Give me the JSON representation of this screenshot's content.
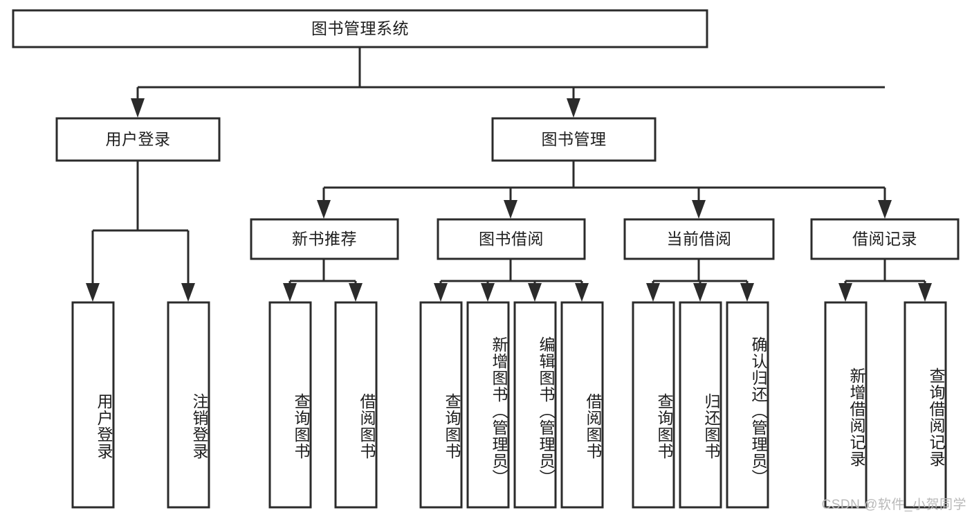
{
  "diagram": {
    "title": "图书管理系统",
    "type": "tree",
    "watermark": "CSDN @软件_小贺同学",
    "colors": {
      "stroke": "#2b2b2b",
      "fill": "#ffffff",
      "text": "#1d1d1d",
      "watermark": "#b9b9b9"
    },
    "root": {
      "id": "root",
      "label": "图书管理系统",
      "orientation": "horizontal"
    },
    "level2": [
      {
        "id": "user-login",
        "label": "用户登录",
        "orientation": "horizontal"
      },
      {
        "id": "book-manage",
        "label": "图书管理",
        "orientation": "horizontal"
      }
    ],
    "level3": [
      {
        "id": "new-book-recommend",
        "label": "新书推荐",
        "orientation": "horizontal",
        "parent": "book-manage"
      },
      {
        "id": "book-borrow",
        "label": "图书借阅",
        "orientation": "horizontal",
        "parent": "book-manage"
      },
      {
        "id": "current-borrow",
        "label": "当前借阅",
        "orientation": "horizontal",
        "parent": "book-manage"
      },
      {
        "id": "borrow-record",
        "label": "借阅记录",
        "orientation": "horizontal",
        "parent": "book-manage"
      }
    ],
    "leaves": [
      {
        "id": "leaf-user-login",
        "label": "用户登录",
        "orientation": "vertical",
        "parent": "user-login"
      },
      {
        "id": "leaf-user-logout",
        "label": "注销登录",
        "orientation": "vertical",
        "parent": "user-login"
      },
      {
        "id": "leaf-query-book-1",
        "label": "查询图书",
        "orientation": "vertical",
        "parent": "new-book-recommend"
      },
      {
        "id": "leaf-borrow-book-1",
        "label": "借阅图书",
        "orientation": "vertical",
        "parent": "new-book-recommend"
      },
      {
        "id": "leaf-query-book-2",
        "label": "查询图书",
        "orientation": "vertical",
        "parent": "book-borrow"
      },
      {
        "id": "leaf-add-book",
        "label": "新增图书（管理员）",
        "orientation": "vertical",
        "parent": "book-borrow"
      },
      {
        "id": "leaf-edit-book",
        "label": "编辑图书（管理员）",
        "orientation": "vertical",
        "parent": "book-borrow"
      },
      {
        "id": "leaf-borrow-book-2",
        "label": "借阅图书",
        "orientation": "vertical",
        "parent": "book-borrow"
      },
      {
        "id": "leaf-query-book-3",
        "label": "查询图书",
        "orientation": "vertical",
        "parent": "current-borrow"
      },
      {
        "id": "leaf-return-book",
        "label": "归还图书",
        "orientation": "vertical",
        "parent": "current-borrow"
      },
      {
        "id": "leaf-confirm-return",
        "label": "确认归还（管理员）",
        "orientation": "vertical",
        "parent": "current-borrow"
      },
      {
        "id": "leaf-add-record",
        "label": "新增借阅记录",
        "orientation": "vertical",
        "parent": "borrow-record"
      },
      {
        "id": "leaf-query-record",
        "label": "查询借阅记录",
        "orientation": "vertical",
        "parent": "borrow-record"
      }
    ]
  }
}
